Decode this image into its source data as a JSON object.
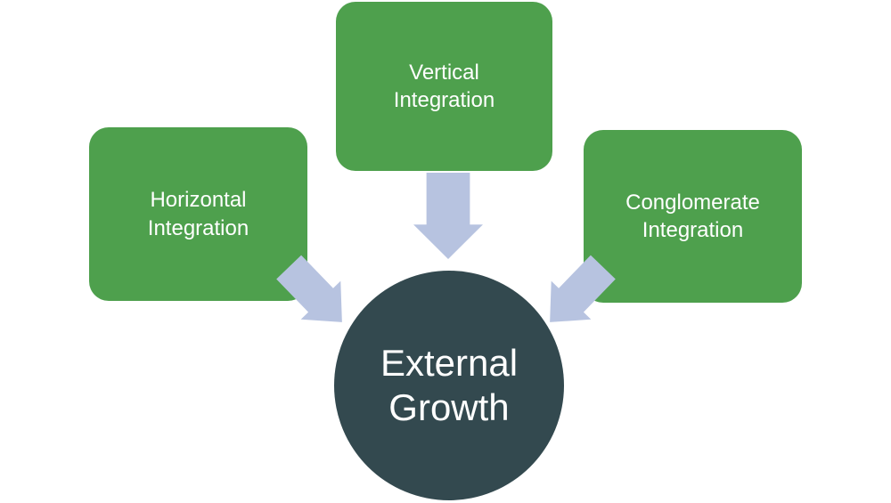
{
  "diagram": {
    "type": "converging-arrows",
    "nodes": [
      {
        "id": "horizontal-integration",
        "line1": "Horizontal",
        "line2": "Integration"
      },
      {
        "id": "vertical-integration",
        "line1": "Vertical",
        "line2": "Integration"
      },
      {
        "id": "conglomerate-integration",
        "line1": "Conglomerate",
        "line2": "Integration"
      }
    ],
    "center": {
      "id": "external-growth",
      "line1": "External",
      "line2": "Growth"
    },
    "colors": {
      "box": "#4ea04d",
      "circle": "#33494f",
      "arrow": "#b7c3e0",
      "text": "#ffffff",
      "background": "#ffffff"
    }
  }
}
